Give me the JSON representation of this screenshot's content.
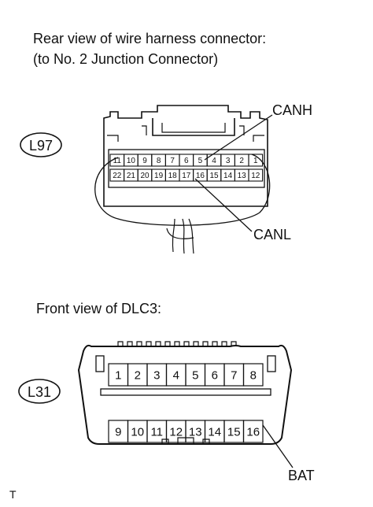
{
  "captions": {
    "rear_view_line1": "Rear view of wire harness connector:",
    "rear_view_line2": "(to No. 2 Junction Connector)",
    "front_view": "Front view of DLC3:"
  },
  "connectors": {
    "l97": {
      "id": "L97",
      "row_top": [
        "11",
        "10",
        "9",
        "8",
        "7",
        "6",
        "5",
        "4",
        "3",
        "2",
        "1"
      ],
      "row_bottom": [
        "22",
        "21",
        "20",
        "19",
        "18",
        "17",
        "16",
        "15",
        "14",
        "13",
        "12"
      ],
      "label_canh": "CANH",
      "label_canl": "CANL"
    },
    "l31": {
      "id": "L31",
      "row_top": [
        "1",
        "2",
        "3",
        "4",
        "5",
        "6",
        "7",
        "8"
      ],
      "row_bottom": [
        "9",
        "10",
        "11",
        "12",
        "13",
        "14",
        "15",
        "16"
      ],
      "label_bat": "BAT"
    }
  },
  "corner_mark": "T"
}
